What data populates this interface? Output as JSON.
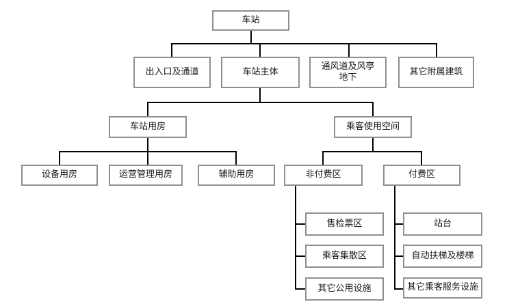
{
  "diagram": {
    "type": "org-tree",
    "colors": {
      "background": "#ffffff",
      "box_border": "#8f8f8f",
      "connector": "#000000",
      "text": "#1a1a1a"
    },
    "nodes": {
      "station": {
        "label": "车站"
      },
      "entrance_passage": {
        "label": "出入口及通道"
      },
      "station_main_body": {
        "label": "车站主体"
      },
      "vent_duct_pavilion": {
        "label": "通风道及风亭\n地下"
      },
      "other_attached_buildings": {
        "label": "其它附属建筑"
      },
      "station_rooms": {
        "label": "车站用房"
      },
      "passenger_space": {
        "label": "乘客使用空间"
      },
      "equipment_rooms": {
        "label": "设备用房"
      },
      "operation_management_rooms": {
        "label": "运营管理用房"
      },
      "auxiliary_rooms": {
        "label": "辅助用房"
      },
      "non_paid_area": {
        "label": "非付费区"
      },
      "paid_area": {
        "label": "付费区"
      },
      "ticketing_area": {
        "label": "售检票区"
      },
      "passenger_gathering_area": {
        "label": "乘客集散区"
      },
      "other_public_facilities": {
        "label": "其它公用设施"
      },
      "platform": {
        "label": "站台"
      },
      "escalators_and_stairs": {
        "label": "自动扶梯及楼梯"
      },
      "other_passenger_service_facilities": {
        "label": "其它乘客服务设施"
      }
    },
    "edges": [
      [
        "station",
        "entrance_passage"
      ],
      [
        "station",
        "station_main_body"
      ],
      [
        "station",
        "vent_duct_pavilion"
      ],
      [
        "station",
        "other_attached_buildings"
      ],
      [
        "station_main_body",
        "station_rooms"
      ],
      [
        "station_main_body",
        "passenger_space"
      ],
      [
        "station_rooms",
        "equipment_rooms"
      ],
      [
        "station_rooms",
        "operation_management_rooms"
      ],
      [
        "station_rooms",
        "auxiliary_rooms"
      ],
      [
        "passenger_space",
        "non_paid_area"
      ],
      [
        "passenger_space",
        "paid_area"
      ],
      [
        "non_paid_area",
        "ticketing_area"
      ],
      [
        "non_paid_area",
        "passenger_gathering_area"
      ],
      [
        "non_paid_area",
        "other_public_facilities"
      ],
      [
        "paid_area",
        "platform"
      ],
      [
        "paid_area",
        "escalators_and_stairs"
      ],
      [
        "paid_area",
        "other_passenger_service_facilities"
      ]
    ]
  }
}
